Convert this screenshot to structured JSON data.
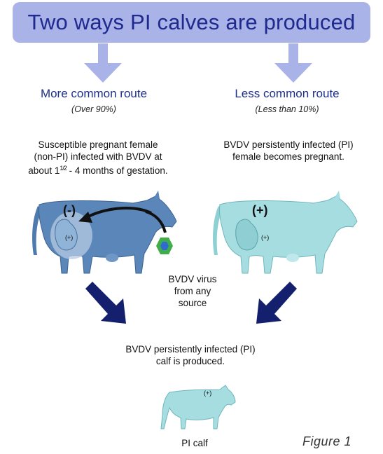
{
  "title": "Two ways PI calves are produced",
  "left_route": {
    "title": "More common route",
    "subtitle": "(Over 90%)",
    "description_line1": "Susceptible pregnant female",
    "description_line2": "(non-PI) infected with BVDV at",
    "description_line3_prefix": "about 1",
    "description_line3_fraction": "1/2",
    "description_line3_suffix": " - 4 months of gestation.",
    "cow_symbol_minus": "(-)",
    "cow_symbol_plus": "(+)"
  },
  "right_route": {
    "title": "Less common route",
    "subtitle": "(Less than 10%)",
    "description_line1": "BVDV persistently infected (PI)",
    "description_line2": "female becomes pregnant.",
    "cow_symbol_plus_large": "(+)",
    "cow_symbol_plus_small": "(+)"
  },
  "virus_source": {
    "line1": "BVDV virus",
    "line2": "from any",
    "line3": "source"
  },
  "result": {
    "line1": "BVDV persistently infected (PI)",
    "line2": "calf is produced.",
    "calf_symbol": "(+)",
    "calf_label": "PI calf"
  },
  "figure_label": "Figure 1",
  "colors": {
    "banner_bg": "#a9b3e8",
    "banner_text": "#1f2a8f",
    "light_arrow": "#a9b3e8",
    "dark_arrow": "#14206e",
    "infected_cow": "#5a86b9",
    "pi_cow": "#a6dde0",
    "virus_green": "#3fae4a",
    "virus_blue": "#2f6bd1"
  }
}
